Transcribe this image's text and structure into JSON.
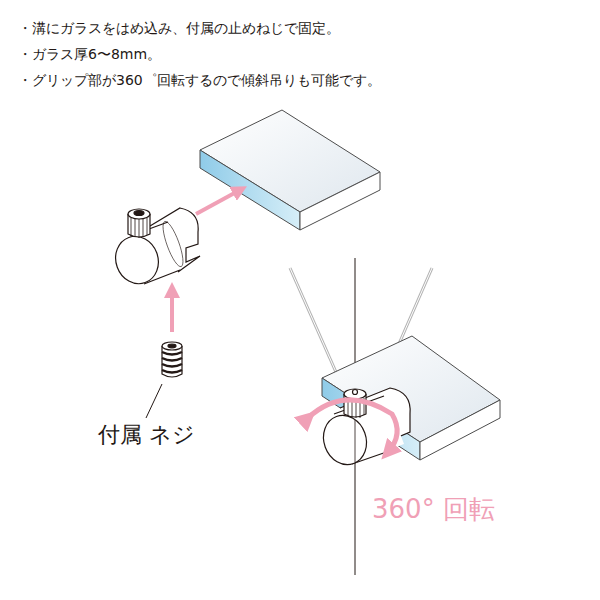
{
  "diagram": {
    "labels": [
      "・溝にガラスをはめ込み、付属の止めねじで固定。",
      "・ガラス厚6〜8mm。",
      "・グリップ部が360゜回転するので傾斜吊りも可能です。",
      "付属 ネジ",
      "360° 回転"
    ]
  }
}
